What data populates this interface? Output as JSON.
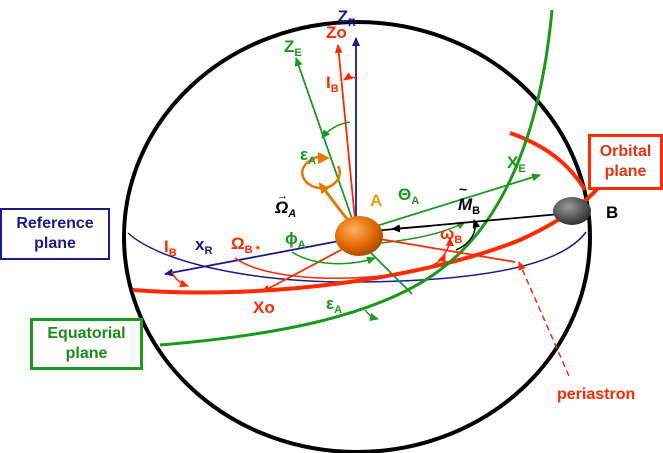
{
  "labels": {
    "z_r": "Z",
    "z_r_sub": "R",
    "z_o": "Zo",
    "z_e": "Z",
    "z_e_sub": "E",
    "i_b_top": "I",
    "i_b_top_sub": "B",
    "eps_top": "ε",
    "eps_top_sub": "A",
    "omega_vec": "Ω",
    "omega_vec_sub": "A",
    "a": "A",
    "theta": "Θ",
    "theta_sub": "A",
    "m_b": "M",
    "m_b_sub": "B",
    "x_e": "X",
    "x_e_sub": "E",
    "b": "B",
    "omega_node": "Ω",
    "omega_node_sup": "B *",
    "phi": "ϕ",
    "phi_sub": "A",
    "x_r": "x",
    "x_r_sub": "R",
    "i_b_left": "I",
    "i_b_left_sub": "B",
    "omega_peri": "ω",
    "omega_peri_sub": "B",
    "x_o": "Xo",
    "eps_bottom": "ε",
    "eps_bottom_sub": "A",
    "periastron": "periastron"
  },
  "boxes": {
    "orbital": [
      "Orbital",
      "plane"
    ],
    "reference": [
      "Reference",
      "plane"
    ],
    "equatorial": [
      "Equatorial",
      "plane"
    ]
  },
  "colors": {
    "reference_blue": "#1a1a8c",
    "orbital_red": "#ff2a00",
    "equatorial_green": "#1a9a1a",
    "angle_orange": "#e07b00",
    "star_a": "#e06a00",
    "star_b": "#555555"
  }
}
